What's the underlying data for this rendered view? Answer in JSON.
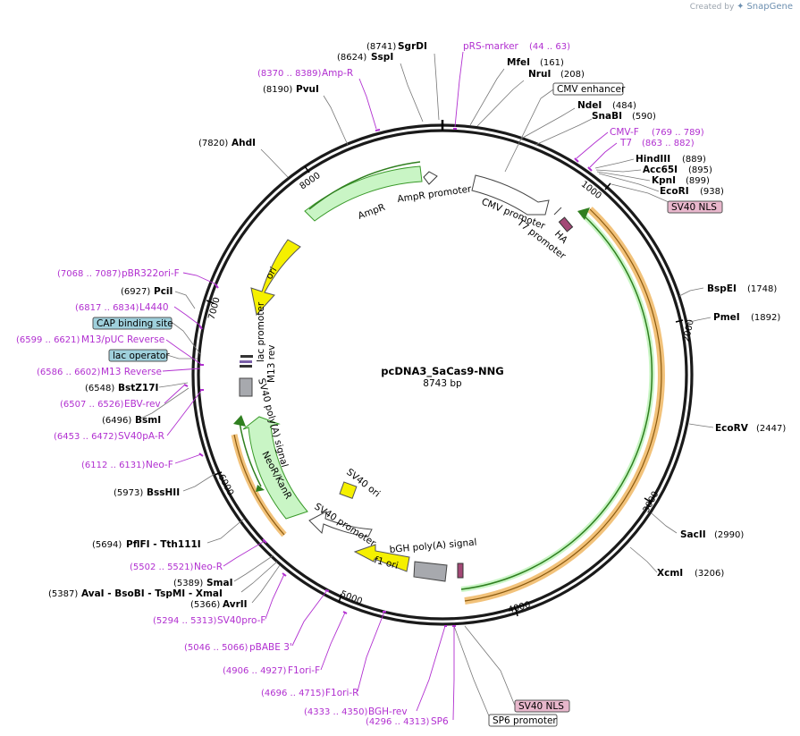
{
  "branding": {
    "prefix": "Created by",
    "name": "SnapGene"
  },
  "plasmid": {
    "name": "pcDNA3_SaCas9-NNG",
    "size": "8743 bp"
  },
  "ticks": [
    "1000",
    "2000",
    "3000",
    "4000",
    "5000",
    "6000",
    "7000",
    "8000"
  ],
  "enzymes": [
    {
      "id": "sgrdi",
      "pos": "(8741)",
      "name": "SgrDI"
    },
    {
      "id": "sspi",
      "pos": "(8624)",
      "name": "SspI"
    },
    {
      "id": "pvui",
      "pos": "(8190)",
      "name": "PvuI"
    },
    {
      "id": "ahdi",
      "pos": "(7820)",
      "name": "AhdI"
    },
    {
      "id": "mfei",
      "pos": "(161)",
      "name": "MfeI"
    },
    {
      "id": "nrui",
      "pos": "(208)",
      "name": "NruI"
    },
    {
      "id": "ndei",
      "pos": "(484)",
      "name": "NdeI"
    },
    {
      "id": "snabi",
      "pos": "(590)",
      "name": "SnaBI"
    },
    {
      "id": "hindiii",
      "pos": "(889)",
      "name": "HindIII"
    },
    {
      "id": "acc65i",
      "pos": "(895)",
      "name": "Acc65I"
    },
    {
      "id": "kpni",
      "pos": "(899)",
      "name": "KpnI"
    },
    {
      "id": "ecori",
      "pos": "(938)",
      "name": "EcoRI"
    },
    {
      "id": "bspei",
      "pos": "(1748)",
      "name": "BspEI"
    },
    {
      "id": "pmei",
      "pos": "(1892)",
      "name": "PmeI"
    },
    {
      "id": "ecorv",
      "pos": "(2447)",
      "name": "EcoRV"
    },
    {
      "id": "sacii",
      "pos": "(2990)",
      "name": "SacII"
    },
    {
      "id": "xcmi",
      "pos": "(3206)",
      "name": "XcmI"
    },
    {
      "id": "pcii",
      "pos": "(6927)",
      "name": "PciI"
    },
    {
      "id": "bstz17i",
      "pos": "(6548)",
      "name": "BstZ17I"
    },
    {
      "id": "bsmi",
      "pos": "(6496)",
      "name": "BsmI"
    },
    {
      "id": "bsshii",
      "pos": "(5973)",
      "name": "BssHII"
    },
    {
      "id": "pflfi",
      "pos": "(5694)",
      "name": "PflFI - Tth111I"
    },
    {
      "id": "smai",
      "pos": "(5389)",
      "name": "SmaI"
    },
    {
      "id": "avai",
      "pos": "(5387)",
      "name": "AvaI - BsoBI - TspMI - XmaI"
    },
    {
      "id": "avrii",
      "pos": "(5366)",
      "name": "AvrII"
    }
  ],
  "primers": [
    {
      "id": "prs-marker",
      "range": "(44 .. 63)",
      "name": "pRS-marker"
    },
    {
      "id": "amp-r",
      "range": "(8370 .. 8389)",
      "name": "Amp-R"
    },
    {
      "id": "cmv-f",
      "range": "(769 .. 789)",
      "name": "CMV-F"
    },
    {
      "id": "t7",
      "range": "(863 .. 882)",
      "name": "T7"
    },
    {
      "id": "pbr322ori-f",
      "range": "(7068 .. 7087)",
      "name": "pBR322ori-F"
    },
    {
      "id": "l4440",
      "range": "(6817 .. 6834)",
      "name": "L4440"
    },
    {
      "id": "m13-puc-reverse",
      "range": "(6599 .. 6621)",
      "name": "M13/pUC Reverse"
    },
    {
      "id": "m13-reverse",
      "range": "(6586 .. 6602)",
      "name": "M13 Reverse"
    },
    {
      "id": "ebv-rev",
      "range": "(6507 .. 6526)",
      "name": "EBV-rev"
    },
    {
      "id": "sv40pa-r",
      "range": "(6453 .. 6472)",
      "name": "SV40pA-R"
    },
    {
      "id": "neo-f",
      "range": "(6112 .. 6131)",
      "name": "Neo-F"
    },
    {
      "id": "neo-r",
      "range": "(5502 .. 5521)",
      "name": "Neo-R"
    },
    {
      "id": "sv40pro-f",
      "range": "(5294 .. 5313)",
      "name": "SV40pro-F"
    },
    {
      "id": "pbabe3",
      "range": "(5046 .. 5066)",
      "name": "pBABE 3'"
    },
    {
      "id": "f1ori-f",
      "range": "(4906 .. 4927)",
      "name": "F1ori-F"
    },
    {
      "id": "f1ori-r",
      "range": "(4696 .. 4715)",
      "name": "F1ori-R"
    },
    {
      "id": "bgh-rev",
      "range": "(4333 .. 4350)",
      "name": "BGH-rev"
    },
    {
      "id": "sp6",
      "range": "(4296 .. 4313)",
      "name": "SP6"
    }
  ],
  "boxed_labels": [
    {
      "id": "cmv-enhancer",
      "text": "CMV enhancer",
      "fill": "#ffffff"
    },
    {
      "id": "sv40-nls-top",
      "text": "SV40 NLS",
      "fill": "#e8b7cc"
    },
    {
      "id": "cap-binding-site",
      "text": "CAP binding site",
      "fill": "#9fd0dc"
    },
    {
      "id": "lac-operator",
      "text": "lac operator",
      "fill": "#9fd0dc"
    },
    {
      "id": "sv40-nls-bottom",
      "text": "SV40 NLS",
      "fill": "#e8b7cc"
    },
    {
      "id": "sp6-promoter",
      "text": "SP6 promoter",
      "fill": "#ffffff"
    }
  ],
  "features": {
    "cmv_promoter": "CMV promoter",
    "t7_promoter": "T7 promoter",
    "ha": "HA",
    "ampr": "AmpR",
    "ampr_promoter": "AmpR promoter",
    "ori": "ori",
    "lac_promoter": "lac promoter",
    "m13_rev": "M13 rev",
    "sv40_polya_signal": "SV40 poly(A) signal",
    "neor_kanr": "NeoR/KanR",
    "sv40_ori": "SV40 ori",
    "sv40_promoter": "SV40 promoter",
    "f1_ori": "f1 ori",
    "bgh_polya_signal": "bGH poly(A) signal"
  },
  "colors": {
    "backbone": "#1a1a1a",
    "primer": "#b12fd0",
    "cds_green": "#c9f5c5",
    "cds_stroke": "#3a9a2a",
    "orange_track": "#f2c27a",
    "ori_yellow": "#f5f000",
    "promoter_white": "#ffffff",
    "terminator_gray": "#a7a9ae"
  }
}
